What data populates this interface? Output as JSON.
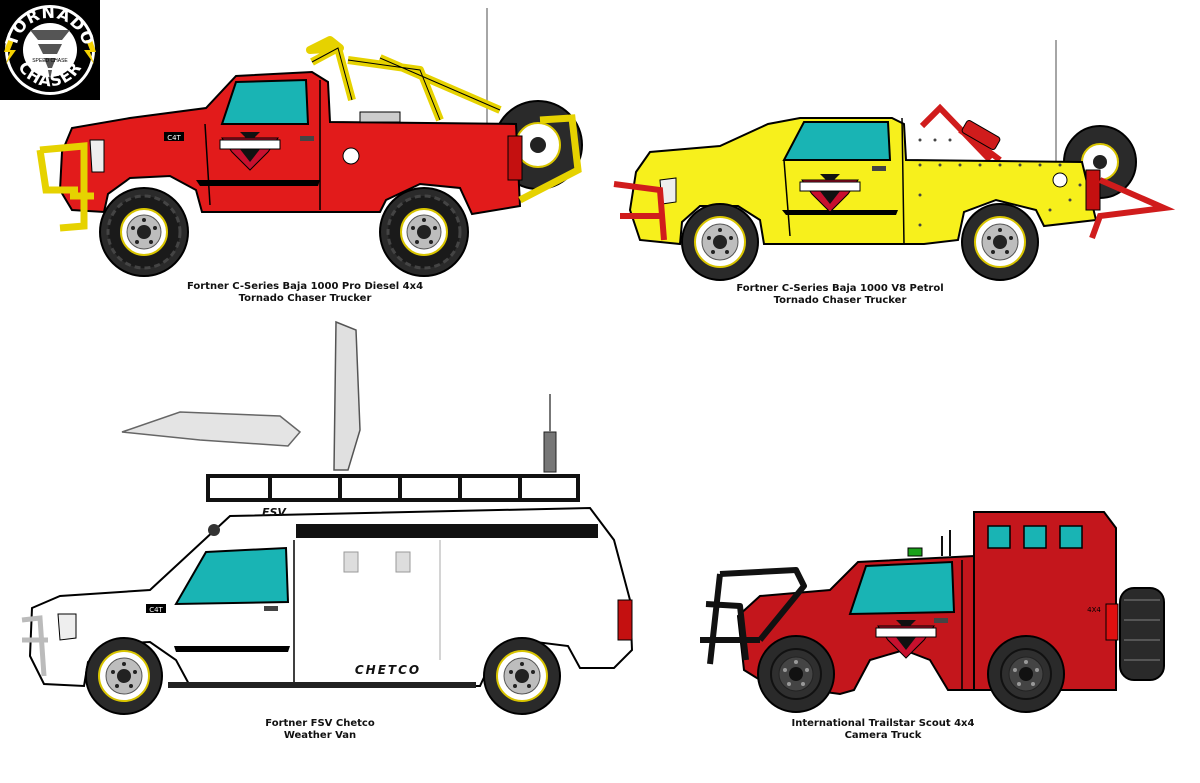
{
  "logo": {
    "word_top": "TORNADO",
    "word_bottom": "CHASER",
    "small_text": "SPEED CHASE"
  },
  "vehicles": [
    {
      "title": "Fortner C-Series Baja 1000 Pro Diesel 4x4",
      "subtitle": "Tornado Chaser Trucker",
      "body_color": "#e21b1b",
      "accent_color": "#f5e21b",
      "door_logo": "TORNADO",
      "badge": "C4T"
    },
    {
      "title": "Fortner C-Series Baja 1000 V8 Petrol",
      "subtitle": "Tornado Chaser Trucker",
      "body_color": "#f7f01c",
      "accent_color": "#e02020",
      "door_logo": "TORNADO"
    },
    {
      "title": "Fortner FSV Chetco",
      "subtitle": "Weather Van",
      "body_color": "#ffffff",
      "roof_text": "FSV",
      "side_text": "CHETCO",
      "badge": "C4T"
    },
    {
      "title": "International Trailstar Scout 4x4",
      "subtitle": "Camera Truck",
      "body_color": "#c4161c",
      "door_logo": "TORNADO",
      "badge": "4X4"
    }
  ],
  "colors": {
    "window": "#19b4b4",
    "tire": "#2a2a2a",
    "rim": "#ffffff",
    "outline": "#000000"
  }
}
